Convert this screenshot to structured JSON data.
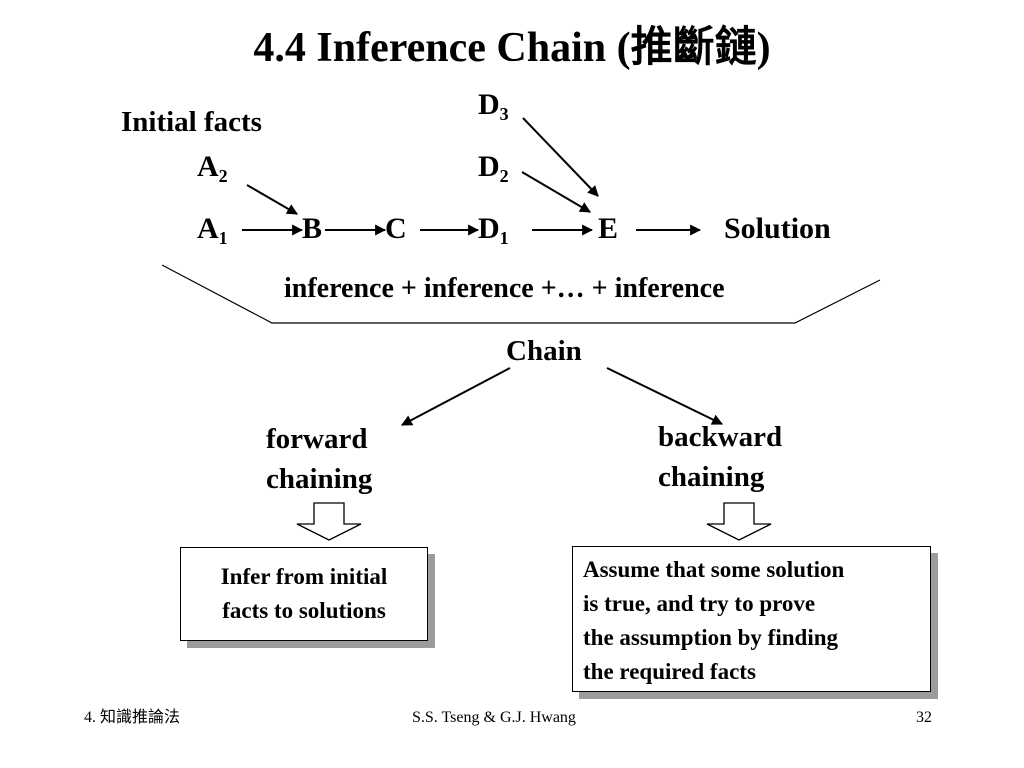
{
  "title": "4.4 Inference Chain (推斷鏈)",
  "nodes": {
    "initial_facts": "Initial facts",
    "a2": {
      "base": "A",
      "sub": "2"
    },
    "a1": {
      "base": "A",
      "sub": "1"
    },
    "b": "B",
    "c": "C",
    "d1": {
      "base": "D",
      "sub": "1"
    },
    "d2": {
      "base": "D",
      "sub": "2"
    },
    "d3": {
      "base": "D",
      "sub": "3"
    },
    "e": "E",
    "solution": "Solution"
  },
  "brace_text": "inference + inference +… + inference",
  "chain_label": "Chain",
  "forward": {
    "line1": "forward",
    "line2": "chaining",
    "box_line1": "Infer from initial",
    "box_line2": "facts to solutions"
  },
  "backward": {
    "line1": "backward",
    "line2": "chaining",
    "box_lines": [
      "Assume that some solution",
      "is true, and try to prove",
      "the assumption by finding",
      "the required facts"
    ]
  },
  "footer": {
    "left": "4. 知識推論法",
    "center": "S.S. Tseng & G.J. Hwang",
    "right": "32"
  }
}
